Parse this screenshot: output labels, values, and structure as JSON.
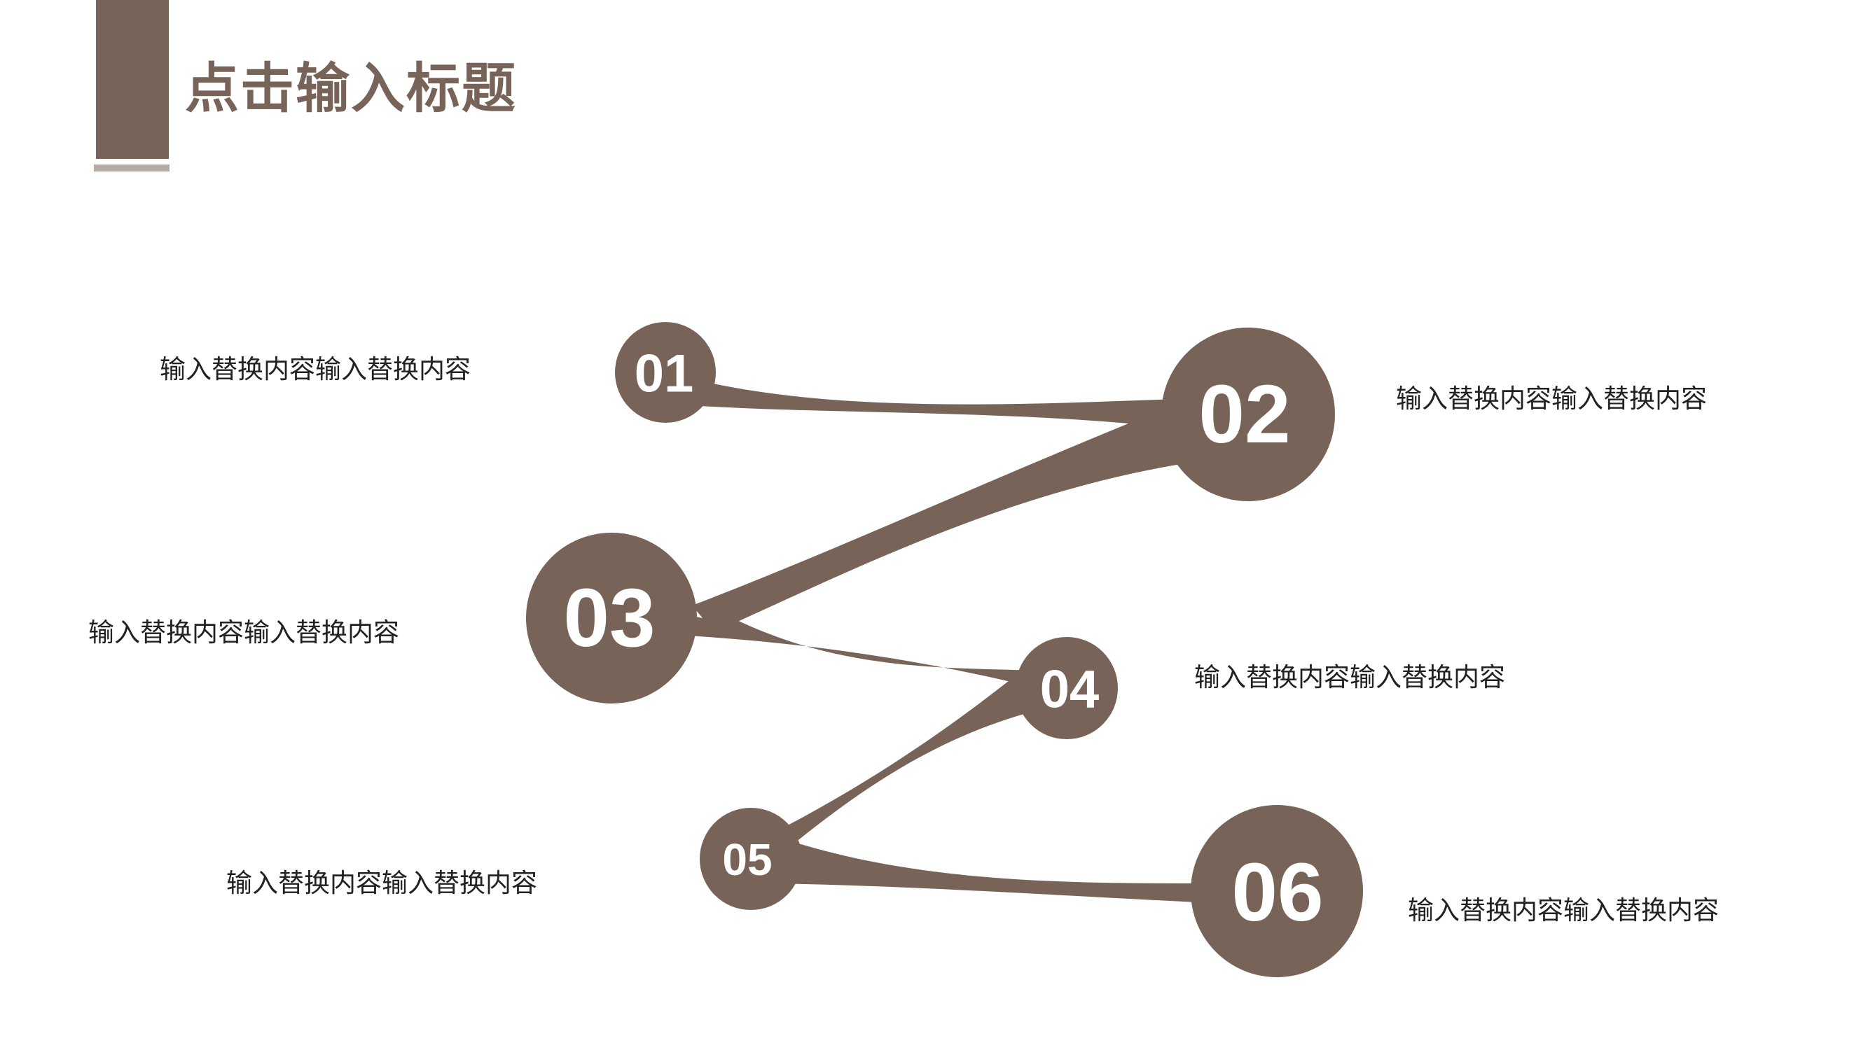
{
  "title": "点击输入标题",
  "colors": {
    "accent": "#776358",
    "accent_light": "#b5aca6",
    "text": "#222222"
  },
  "nodes": [
    {
      "number": "01",
      "text": "输入替换内容输入替换内容"
    },
    {
      "number": "02",
      "text": "输入替换内容输入替换内容"
    },
    {
      "number": "03",
      "text": "输入替换内容输入替换内容"
    },
    {
      "number": "04",
      "text": "输入替换内容输入替换内容"
    },
    {
      "number": "05",
      "text": "输入替换内容输入替换内容"
    },
    {
      "number": "06",
      "text": "输入替换内容输入替换内容"
    }
  ]
}
